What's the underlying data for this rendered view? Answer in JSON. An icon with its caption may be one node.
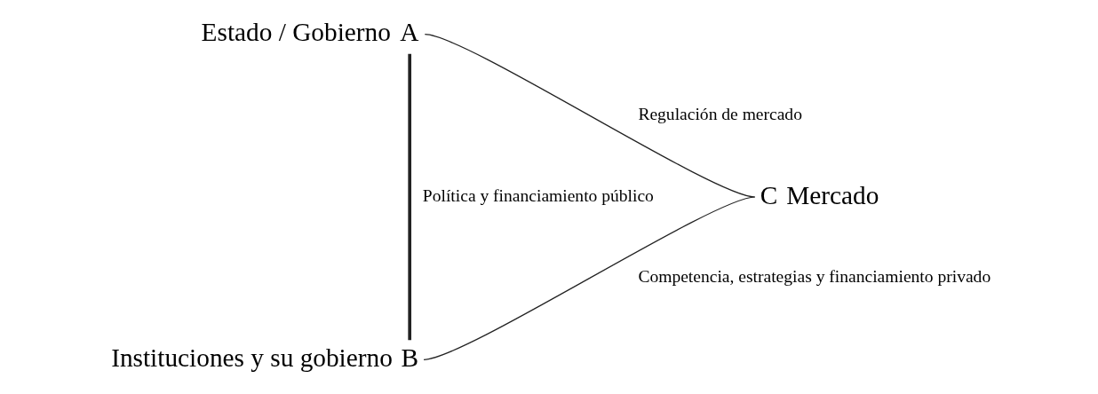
{
  "diagram": {
    "nodes": [
      {
        "text": [
          "A"
        ],
        "beside": [
          "Estado / Gobierno"
        ]
      },
      {
        "text": [
          "B"
        ],
        "beside": [
          "Instituciones y su gobierno"
        ]
      },
      {
        "text": [
          "C"
        ],
        "beside": [
          "Mercado"
        ]
      }
    ],
    "edges": [
      {
        "from": 0,
        "to": 1,
        "arrow": "none",
        "label": "Política y financiamiento público",
        "style": "thick"
      },
      {
        "from": 0,
        "to": 2,
        "arrow": "none",
        "label": "Regulación de mercado"
      },
      {
        "from": 1,
        "to": 2,
        "arrow": "none",
        "label": "Competencia, estrategias y financiamiento privado"
      }
    ]
  }
}
